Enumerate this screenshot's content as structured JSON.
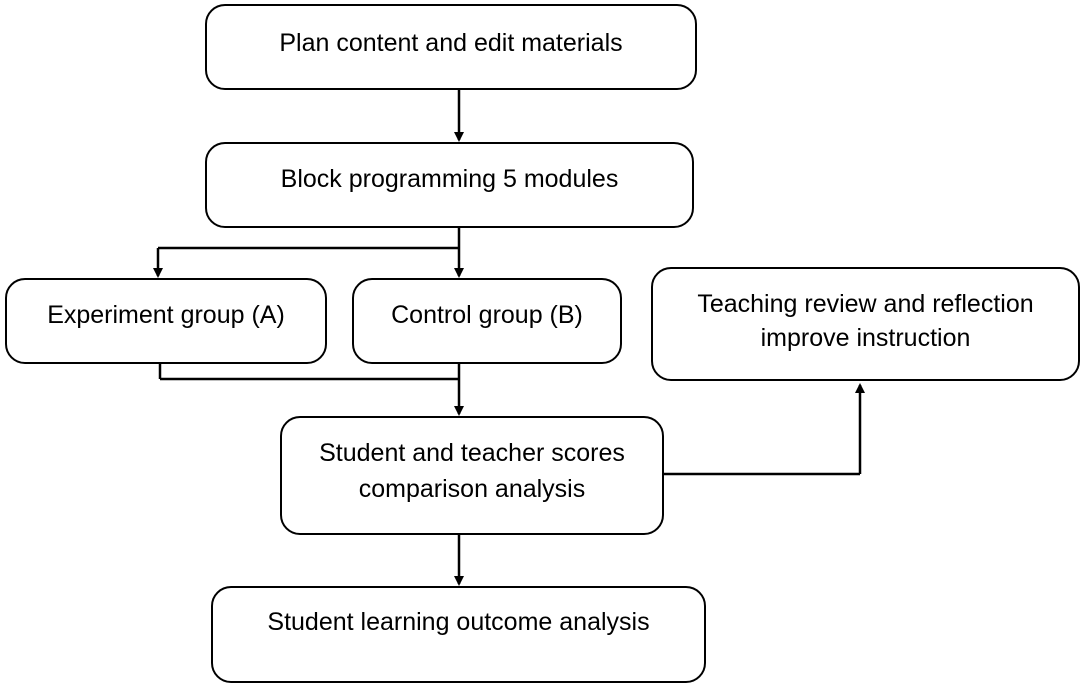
{
  "boxes": {
    "plan": "Plan content and edit materials",
    "block": "Block programming 5 modules",
    "experiment": "Experiment group (A)",
    "control": "Control group (B)",
    "review_line1": "Teaching review and reflection",
    "review_line2": "improve instruction",
    "scores_line1": "Student and teacher scores",
    "scores_line2": "comparison analysis",
    "outcome": "Student learning outcome analysis"
  }
}
